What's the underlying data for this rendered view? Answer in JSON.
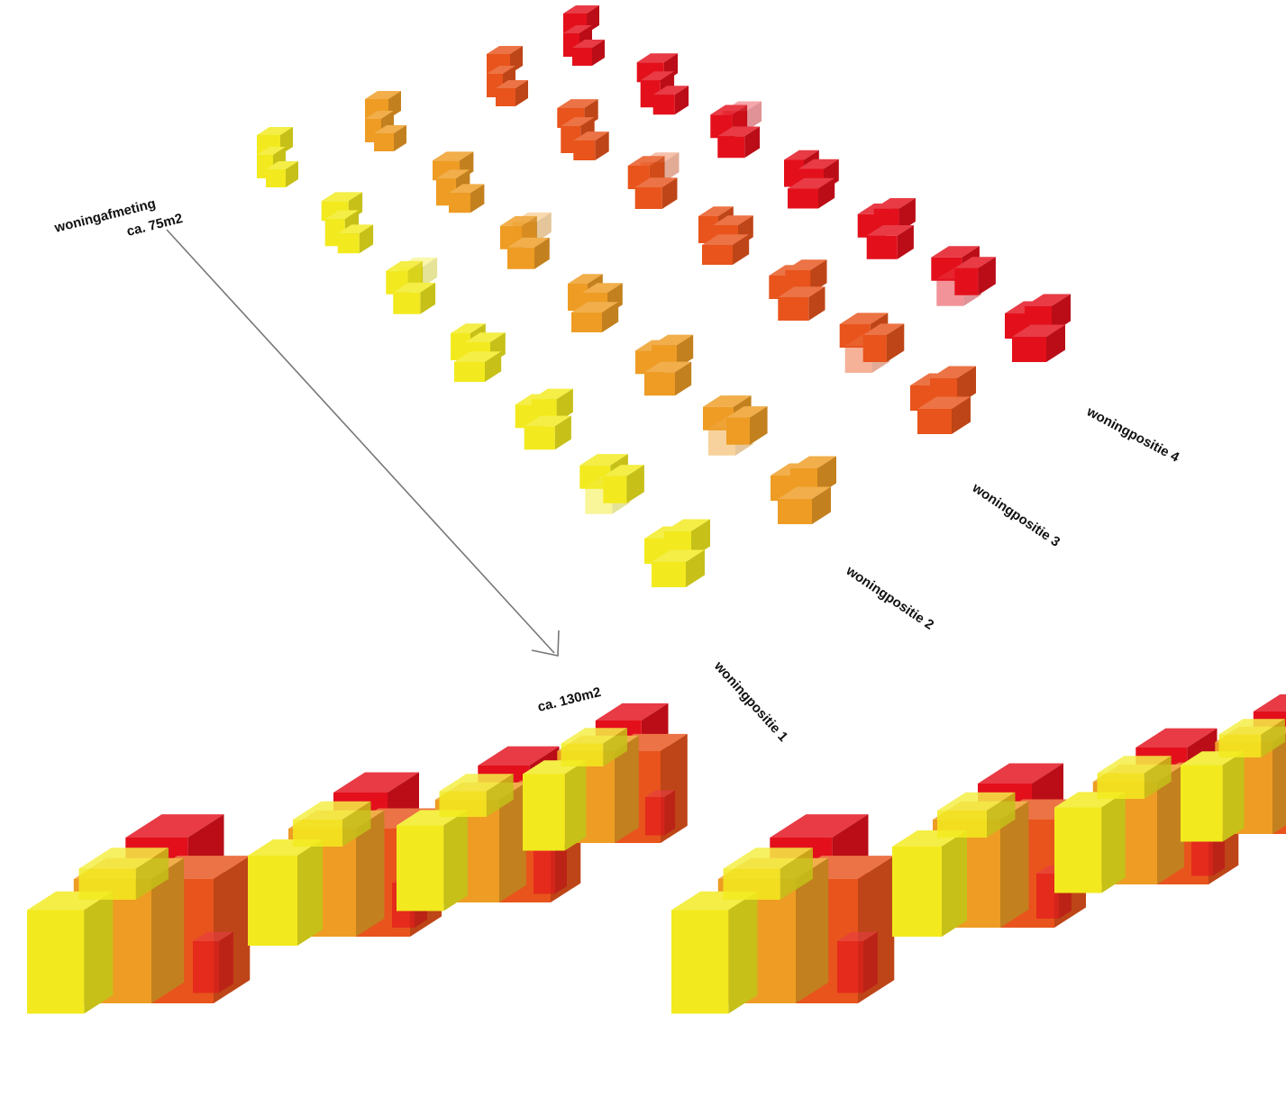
{
  "labels": {
    "size_title": "woningafmeting",
    "size_min": "ca. 75m2",
    "size_max": "ca. 130m2",
    "position_1": "woningpositie 1",
    "position_2": "woningpositie 2",
    "position_3": "woningpositie 3",
    "position_4": "woningpositie 4"
  },
  "colors": {
    "position_1": "#f2ea1e",
    "position_2": "#ee9c24",
    "position_3": "#e8541c",
    "position_4": "#e3101c",
    "arrow": "#777777",
    "text": "#111111"
  },
  "rows": [
    {
      "position": 1,
      "units": 7
    },
    {
      "position": 2,
      "units": 7
    },
    {
      "position": 3,
      "units": 7
    },
    {
      "position": 4,
      "units": 7
    }
  ],
  "clusters": 8
}
